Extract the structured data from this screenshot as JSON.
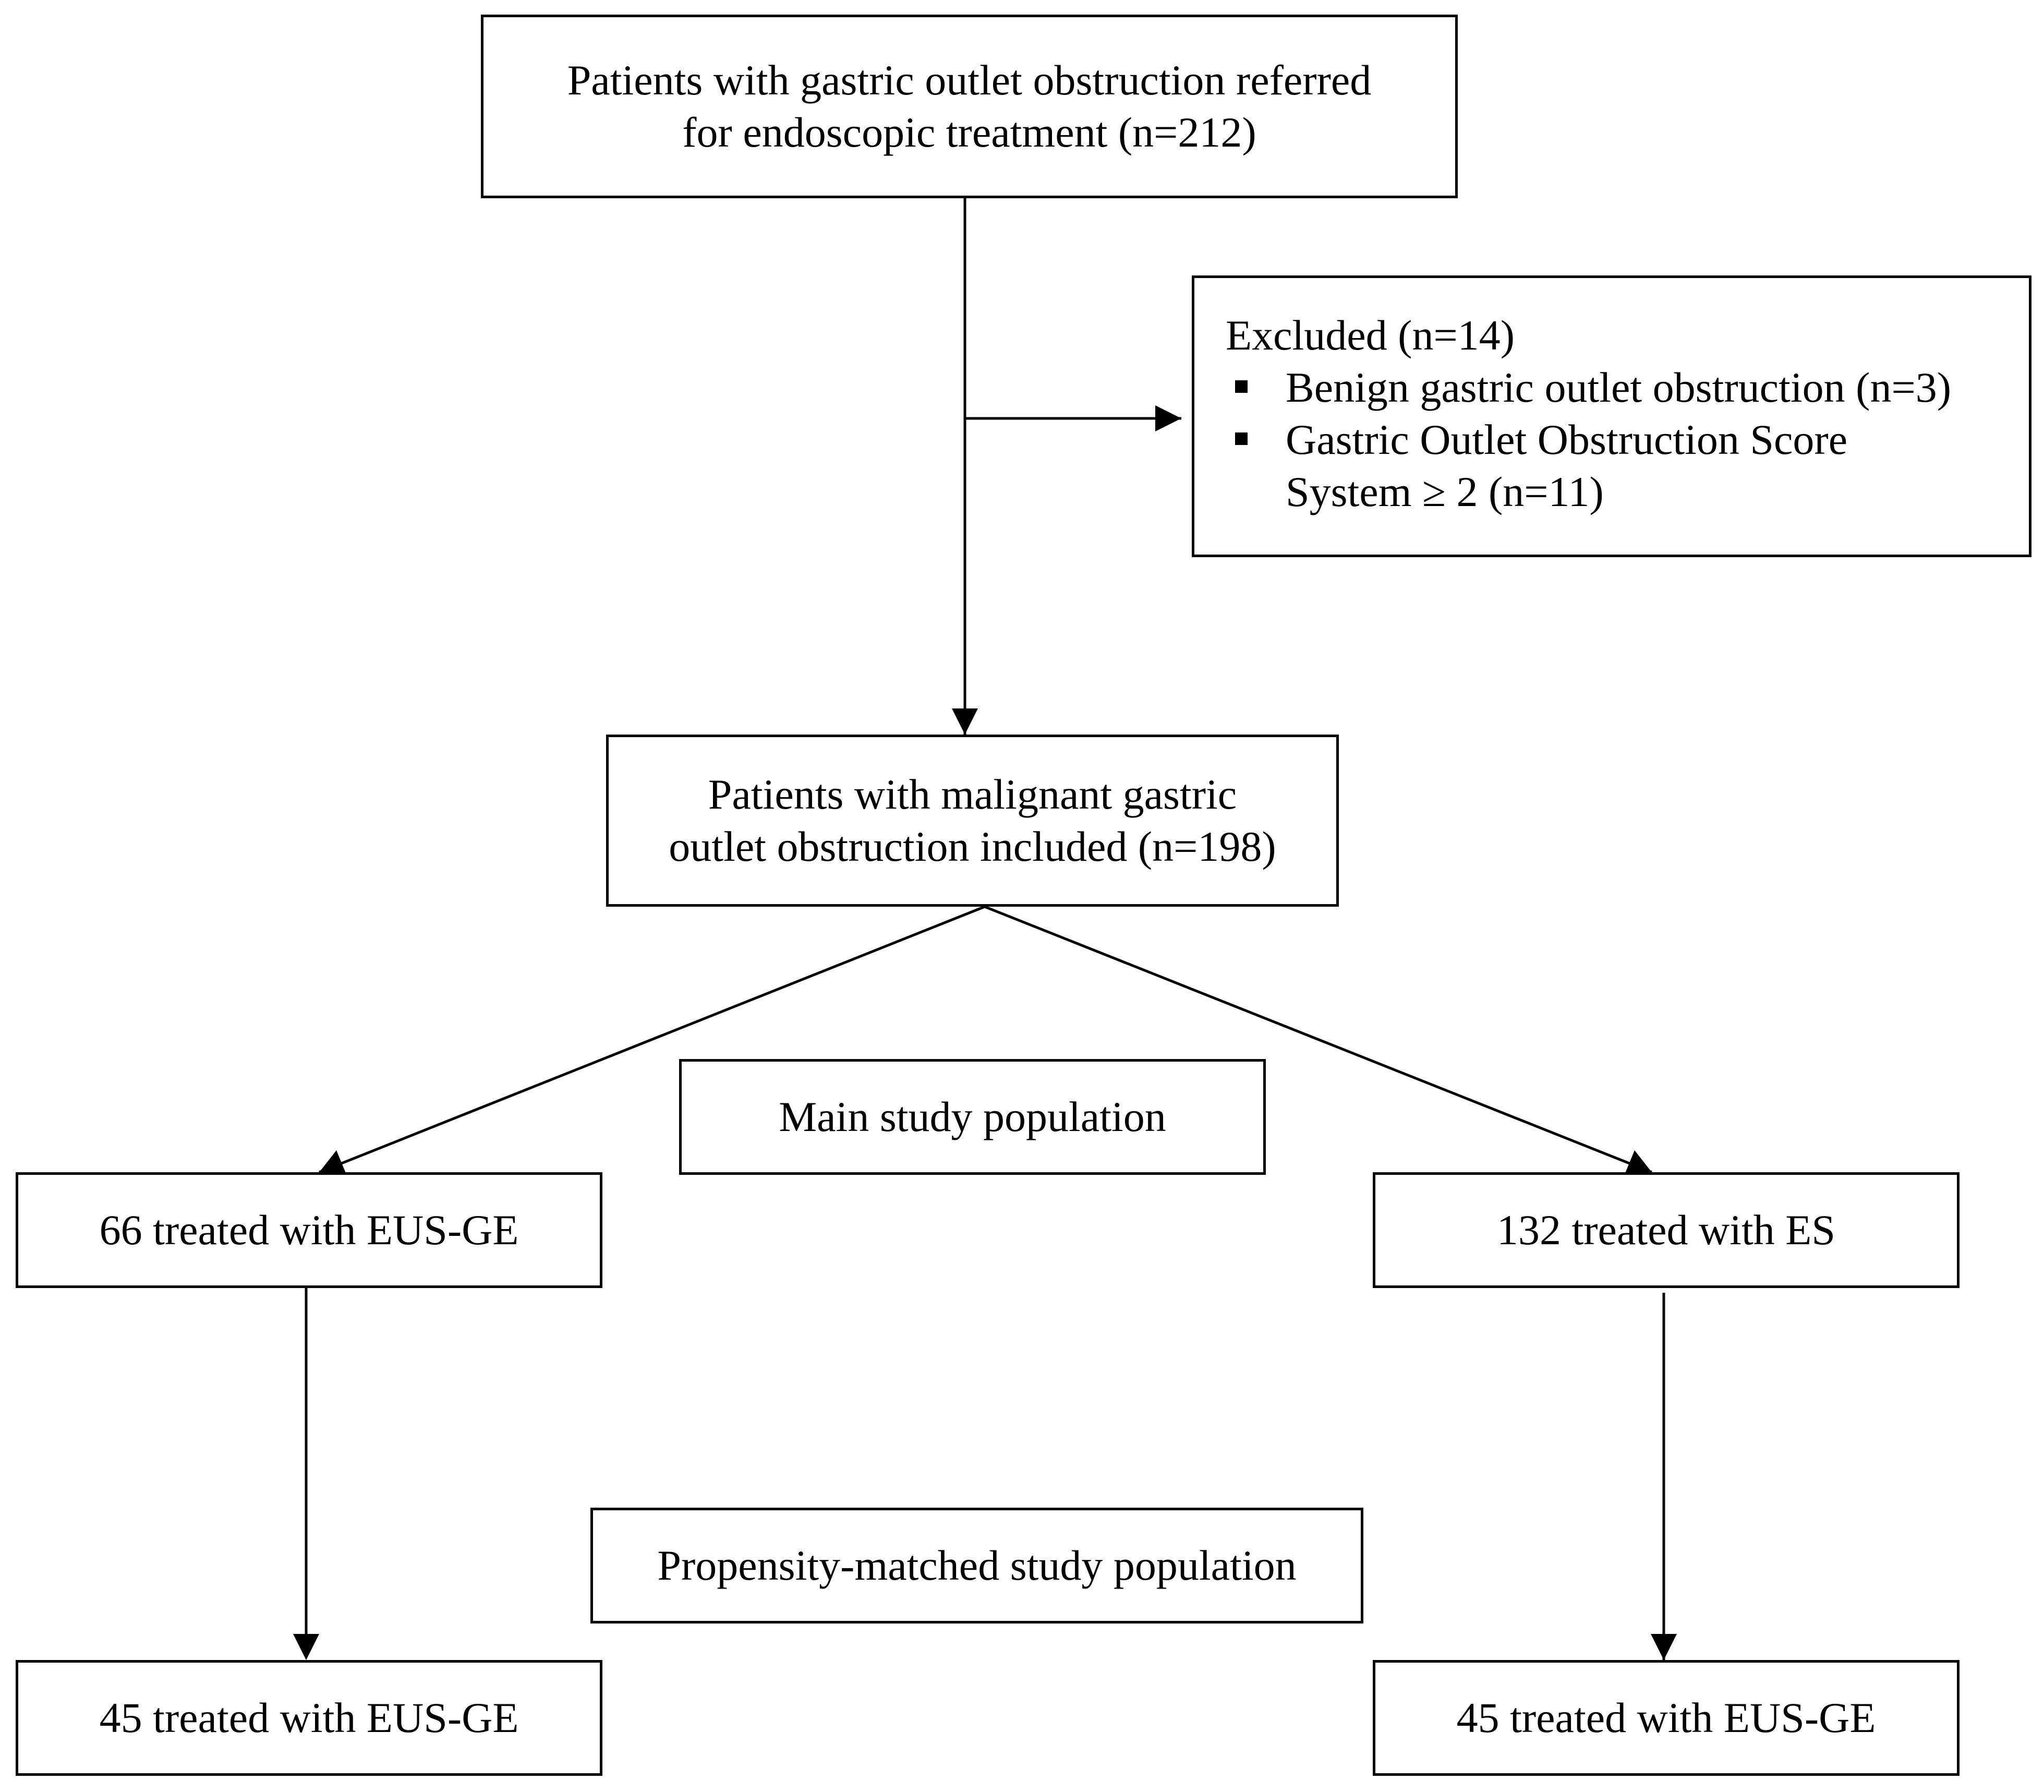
{
  "nodes": {
    "referred": {
      "lines": [
        "Patients with gastric outlet obstruction referred",
        "for endoscopic treatment (n=212)"
      ]
    },
    "excluded": {
      "title": "Excluded (n=14)",
      "items": [
        {
          "lines": [
            "Benign gastric outlet obstruction (n=3)"
          ]
        },
        {
          "lines": [
            "Gastric Outlet Obstruction Score",
            "System ≥ 2 (n=11)"
          ]
        }
      ]
    },
    "included": {
      "lines": [
        "Patients with malignant gastric",
        "outlet obstruction included (n=198)"
      ]
    },
    "main_population": {
      "label": "Main study population"
    },
    "eus_ge_main": {
      "label": "66 treated with EUS-GE"
    },
    "es_main": {
      "label": "132 treated with ES"
    },
    "matched_population": {
      "label": "Propensity-matched study population"
    },
    "eus_ge_matched": {
      "label": "45 treated with EUS-GE"
    },
    "es_matched": {
      "label": "45 treated with EUS-GE"
    }
  }
}
